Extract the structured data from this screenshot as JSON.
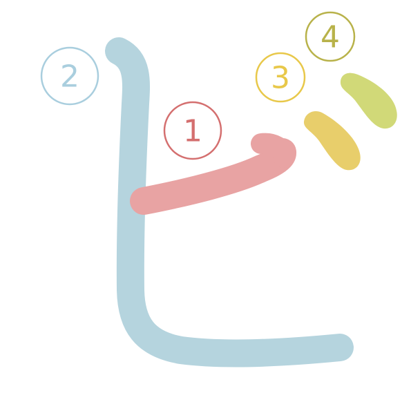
{
  "character": "ビ",
  "strokes": [
    {
      "order": "1",
      "color": "#e8a3a3",
      "badge_color": "#d46f6f"
    },
    {
      "order": "2",
      "color": "#b5d4de",
      "badge_color": "#a9cede"
    },
    {
      "order": "3",
      "color": "#e8ce6b",
      "badge_color": "#e8c84a"
    },
    {
      "order": "4",
      "color": "#d1d978",
      "badge_color": "#b8b24a"
    }
  ]
}
